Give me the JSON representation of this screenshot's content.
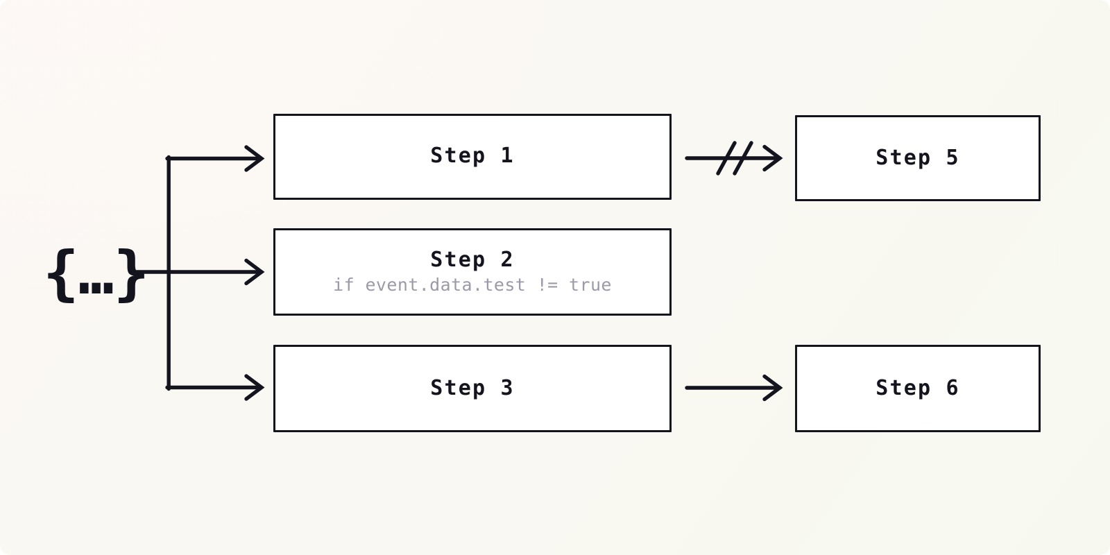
{
  "diagram": {
    "type": "workflow-fan-out",
    "background_color": "#faf7f1",
    "stroke_color": "#14141f",
    "node_fill": "#ffffff",
    "subtitle_color": "#9a9aa8",
    "trigger": {
      "name": "json-event-trigger",
      "glyph": "{…}"
    },
    "nodes": [
      {
        "id": "step-1",
        "title": "Step 1",
        "subtitle": "",
        "column": "left",
        "row": 1
      },
      {
        "id": "step-2",
        "title": "Step 2",
        "subtitle": "if event.data.test != true",
        "column": "left",
        "row": 2
      },
      {
        "id": "step-3",
        "title": "Step 3",
        "subtitle": "",
        "column": "left",
        "row": 3
      },
      {
        "id": "step-5",
        "title": "Step 5",
        "subtitle": "",
        "column": "right",
        "row": 1
      },
      {
        "id": "step-6",
        "title": "Step 6",
        "subtitle": "",
        "column": "right",
        "row": 3
      }
    ],
    "edges": [
      {
        "id": "trigger-to-step-1",
        "from": "trigger",
        "to": "step-1",
        "style": "solid-arrow",
        "branch": true
      },
      {
        "id": "trigger-to-step-2",
        "from": "trigger",
        "to": "step-2",
        "style": "solid-arrow",
        "branch": true
      },
      {
        "id": "trigger-to-step-3",
        "from": "trigger",
        "to": "step-3",
        "style": "solid-arrow",
        "branch": true
      },
      {
        "id": "step-1-to-step-5",
        "from": "step-1",
        "to": "step-5",
        "style": "severed-arrow",
        "branch": false
      },
      {
        "id": "step-3-to-step-6",
        "from": "step-3",
        "to": "step-6",
        "style": "solid-arrow",
        "branch": false
      }
    ]
  }
}
